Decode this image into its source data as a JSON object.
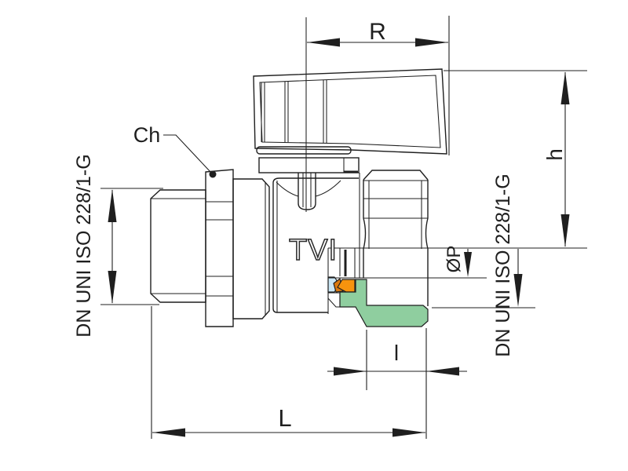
{
  "drawing": {
    "type": "valve-technical-drawing",
    "brand_logo": "TVI",
    "labels": {
      "handle_length": "R",
      "height": "h",
      "wrench_flats": "Ch",
      "thread_spec_left": "DN UNI ISO 228/1-G",
      "thread_spec_right": "DN UNI ISO 228/1-G",
      "bore_diameter": "ØP",
      "thread_depth": "l",
      "overall_length": "L"
    },
    "colors": {
      "line": "#1f1f1f",
      "background": "#ffffff",
      "seat_green": "#8FCE9F",
      "seal_orange": "#F6930E",
      "seal_orange_shadow": "#DB7A10",
      "ball_light_blue": "#CBE7F5"
    }
  }
}
